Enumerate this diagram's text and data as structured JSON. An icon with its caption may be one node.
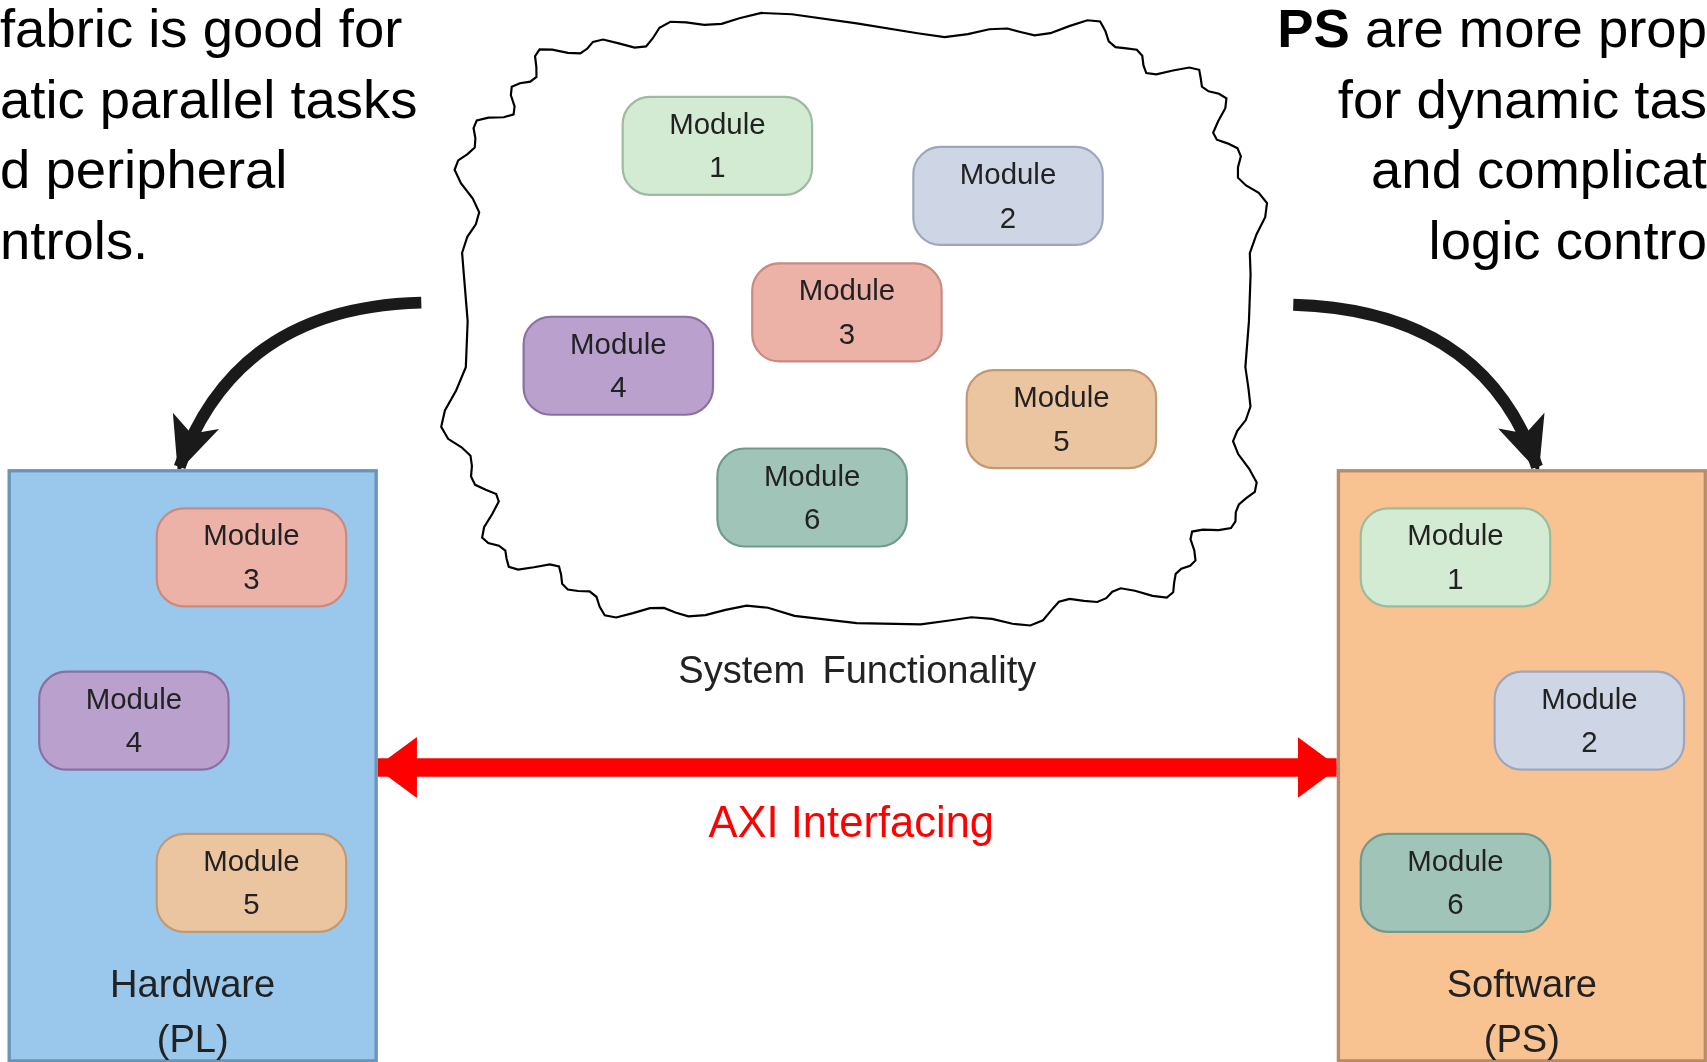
{
  "diagram": {
    "nodes": [
      {
        "text": [
          "System Functionality"
        ]
      },
      {
        "text": [
          "Module 1"
        ],
        "in": 0
      },
      {
        "text": [
          "Module 2"
        ],
        "in": 0
      },
      {
        "text": [
          "Module 3"
        ],
        "in": 0
      },
      {
        "text": [
          "Module 4"
        ],
        "in": 0
      },
      {
        "text": [
          "Module 5"
        ],
        "in": 0
      },
      {
        "text": [
          "Module 6"
        ],
        "in": 0
      },
      {
        "text": [
          "Hardware (PL)"
        ]
      },
      {
        "text": [
          "Module 3"
        ],
        "in": 7
      },
      {
        "text": [
          "Module 4"
        ],
        "in": 7
      },
      {
        "text": [
          "Module 5"
        ],
        "in": 7
      },
      {
        "text": [
          "Software (PS)"
        ]
      },
      {
        "text": [
          "Module 1"
        ],
        "in": 11
      },
      {
        "text": [
          "Module 2"
        ],
        "in": 11
      },
      {
        "text": [
          "Module 6"
        ],
        "in": 11
      }
    ],
    "edges": [
      {
        "from": 0,
        "to": 7,
        "arrow": "to"
      },
      {
        "from": 0,
        "to": 11,
        "arrow": "to"
      },
      {
        "from": 7,
        "to": 11,
        "arrow": "both",
        "label": "AXI Interfacing",
        "color": "#ff0000"
      }
    ],
    "labels": [
      "fabric is good for atic parallel tasks d peripheral ntrols.",
      "**PS** are more prop for dynamic tas and complicat logic contro"
    ]
  }
}
